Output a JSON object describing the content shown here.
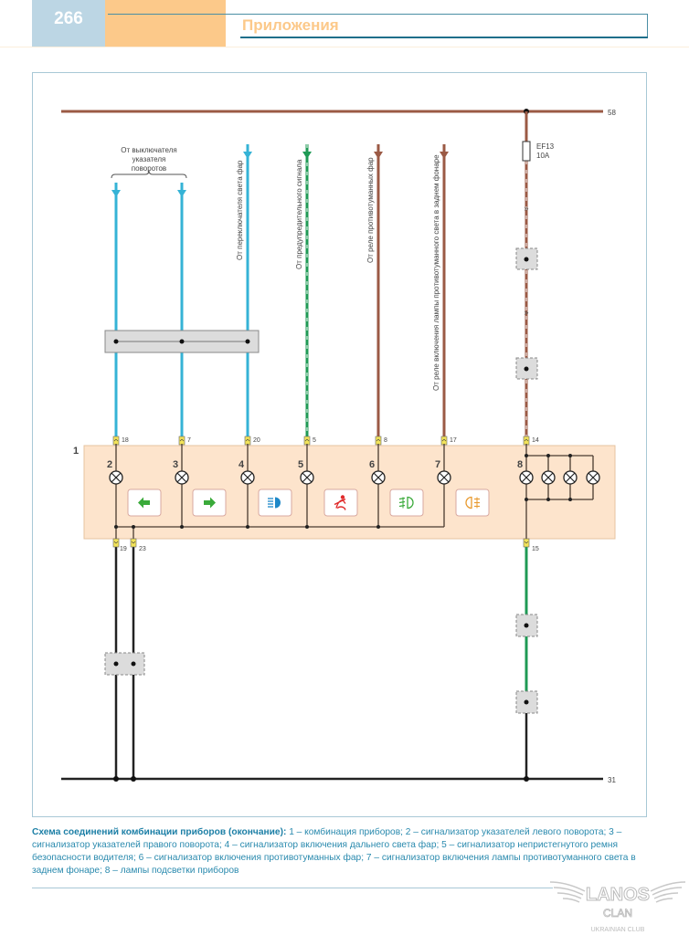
{
  "header": {
    "page_number": "266",
    "section_title": "Приложения"
  },
  "diagram": {
    "component_label": "1",
    "bus_top_label": "58",
    "bus_bottom_label": "31",
    "fuse": {
      "name": "EF13",
      "rating": "10A"
    },
    "turn_switch_label": [
      "От выключателя",
      "указателя",
      "поворотов"
    ],
    "source_labels": {
      "headlight_switch": "От переключателя света фар",
      "warning_signal": "От предупредительного сигнала",
      "fog_relay": "От реле противотуманных фар",
      "rear_fog_relay": "От реле включения лампы противотуманного света в заднем фонаре"
    },
    "top_pins": [
      "18",
      "7",
      "20",
      "5",
      "8",
      "17",
      "14"
    ],
    "bottom_pins": [
      "19",
      "23",
      "15"
    ],
    "lamps": [
      "2",
      "3",
      "4",
      "5",
      "6",
      "7",
      "8"
    ],
    "indicator_icons": [
      {
        "name": "left-turn-arrow-icon",
        "color": "#3aaa3a"
      },
      {
        "name": "right-turn-arrow-icon",
        "color": "#3aaa3a"
      },
      {
        "name": "high-beam-icon",
        "color": "#1e88c8"
      },
      {
        "name": "seatbelt-icon",
        "color": "#e02a2a"
      },
      {
        "name": "front-fog-icon",
        "color": "#3aaa3a"
      },
      {
        "name": "rear-fog-icon",
        "color": "#e89a30"
      }
    ],
    "wire_colors": {
      "blue": "#35b3d6",
      "green": "#1f9a55",
      "brown": "#9b5a45",
      "black": "#222222"
    }
  },
  "caption": {
    "title": "Схема соединений комбинации приборов (окончание):",
    "text": " 1 – комбинация приборов; 2 – сигнализатор указателей левого поворота; 3 – сигнализатор указателей правого поворота; 4 – сигнализатор включения дальнего света фар; 5 – сигнализатор непристегнутого ремня безопасности водителя; 6 – сигнализатор включения противотуманных фар; 7 – сигнализатор включения лампы противотуманного света в заднем фонаре; 8 – лампы подсветки приборов"
  },
  "logo": {
    "brand": "LANOS",
    "sub": "CLAN",
    "tagline": "UKRAINIAN CLUB"
  }
}
